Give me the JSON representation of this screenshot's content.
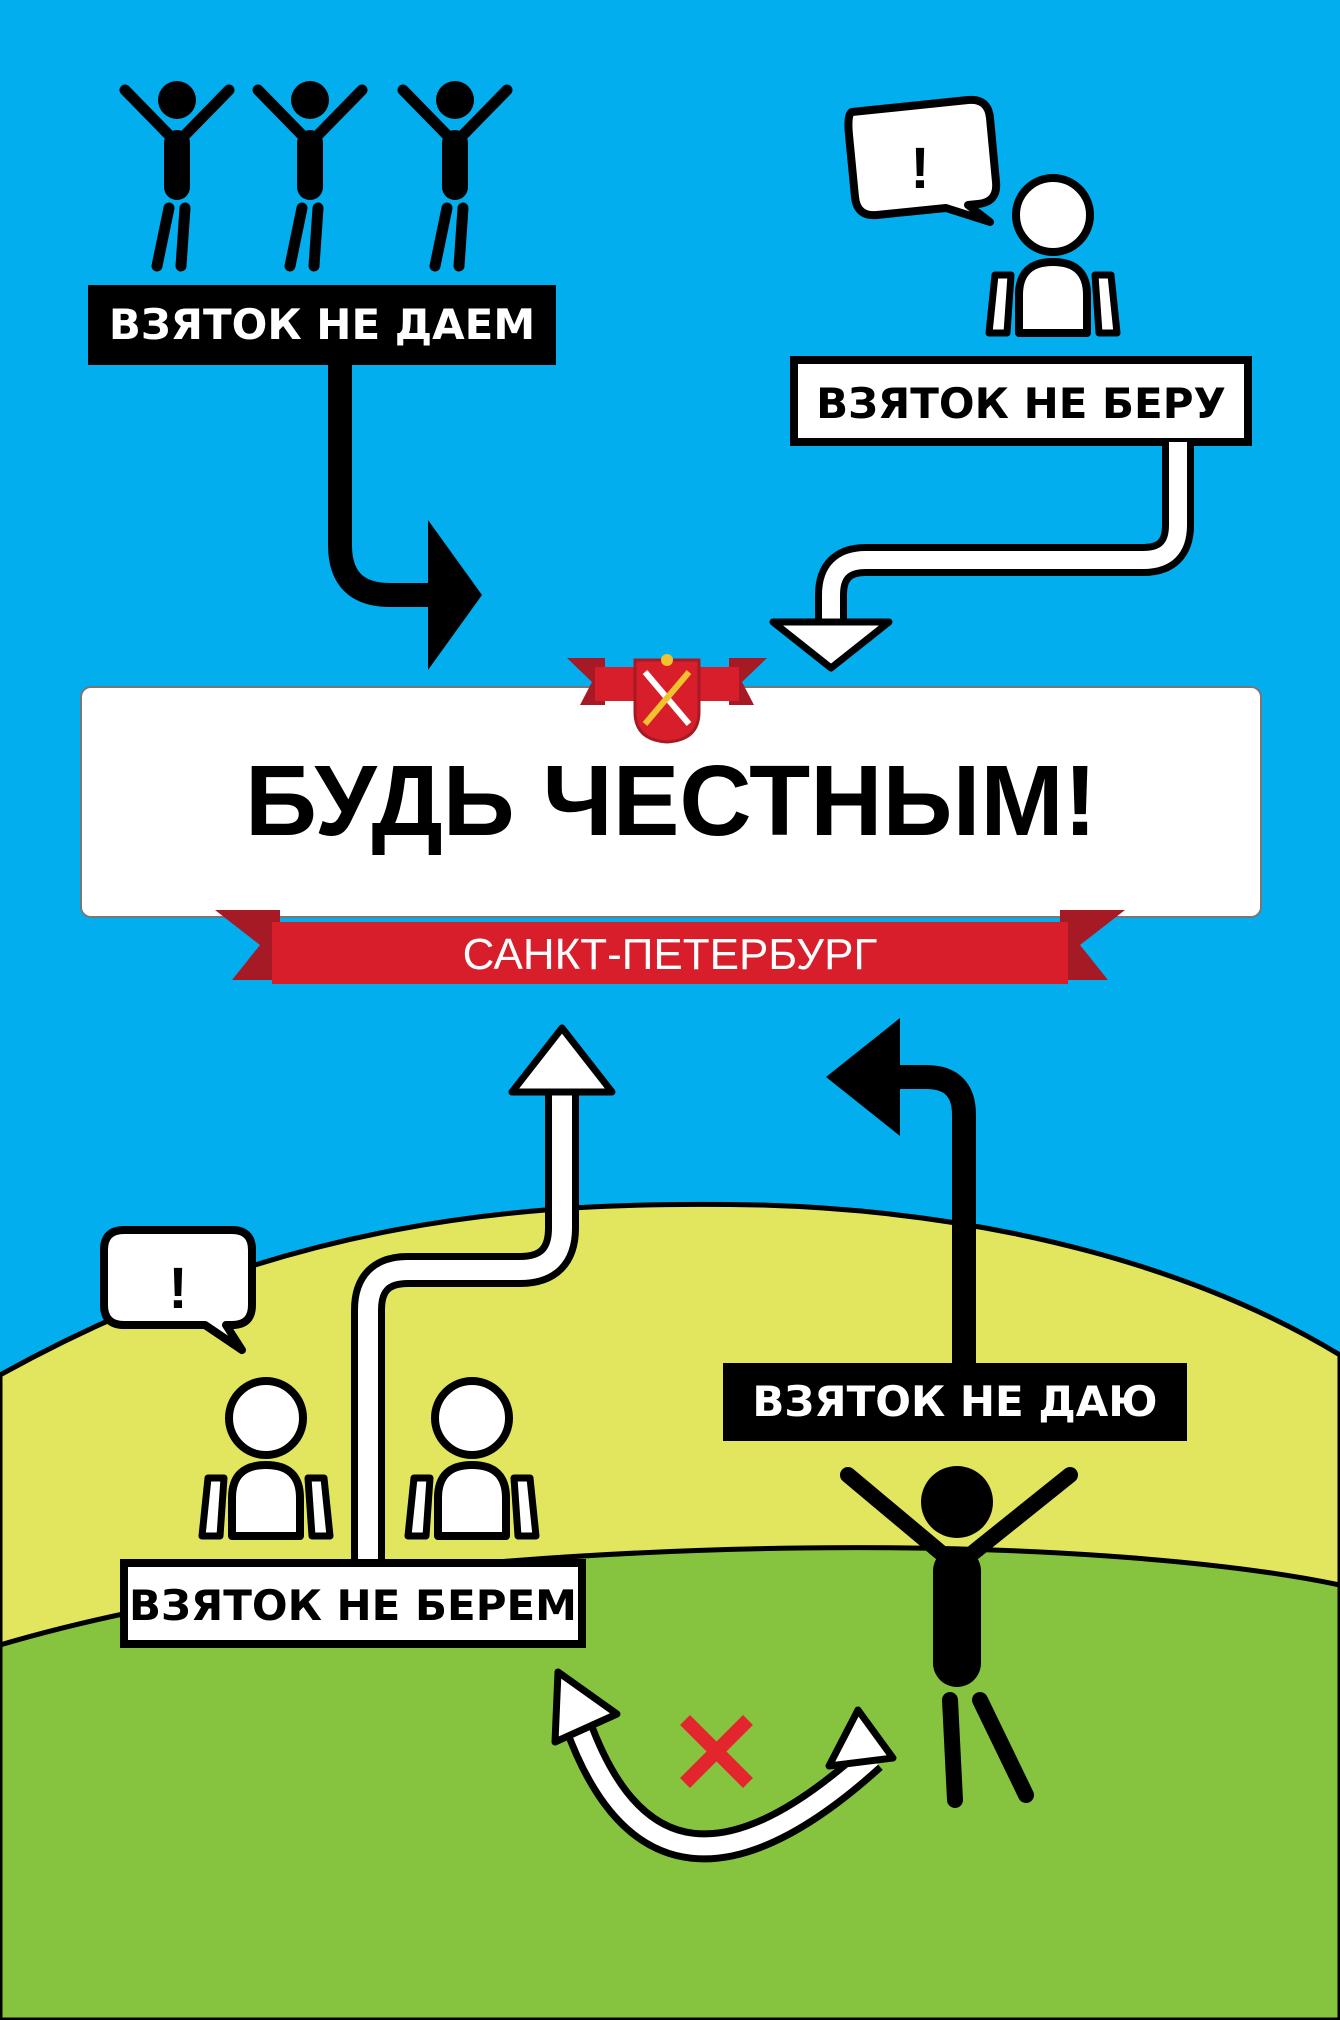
{
  "poster": {
    "title": "БУДЬ ЧЕСТНЫМ!",
    "city": "САНКТ-ПЕТЕРБУРГ",
    "label_top_left": "ВЗЯТОК НЕ ДАЕМ",
    "label_top_right": "ВЗЯТОК НЕ БЕРУ",
    "label_bottom_left": "ВЗЯТОК НЕ БЕРЕМ",
    "label_bottom_right": "ВЗЯТОК НЕ ДАЮ",
    "bubble_mark": "!"
  },
  "colors": {
    "sky": "#03aeef",
    "hill_far": "#e1e65e",
    "hill_near": "#86c440",
    "ribbon_red": "#d81e2a",
    "ribbon_dark": "#a51a24",
    "cross_red": "#e3262d",
    "ink": "#000000",
    "paper": "#ffffff"
  },
  "icons": [
    "coat-of-arms-icon",
    "stick-figure-icon",
    "speech-bubble-icon",
    "arrow-icon",
    "cross-icon"
  ]
}
